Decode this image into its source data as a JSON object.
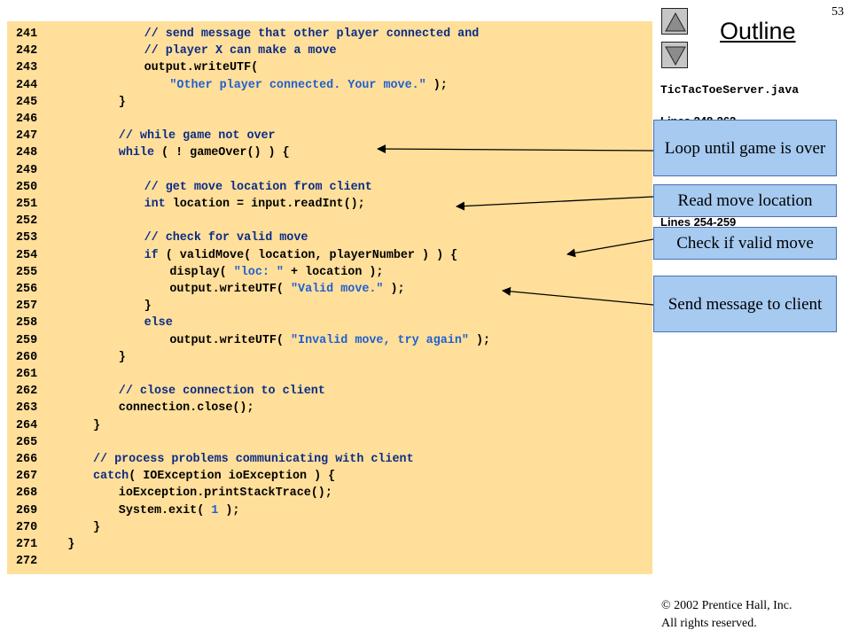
{
  "page_number": "53",
  "outline": {
    "title": "Outline",
    "file_name": "TicTacToeServer.java",
    "lines_ref_1": "Lines 248-262",
    "lines_ref_2": "Lines 254-259"
  },
  "callouts": [
    "Loop until game is over",
    "Read move location",
    "Check if valid move",
    "Send message to client"
  ],
  "copyright": {
    "line1": "© 2002 Prentice Hall, Inc.",
    "line2": "All rights reserved."
  },
  "code_lines": [
    {
      "num": "241",
      "indent": 6,
      "parts": [
        [
          "cm",
          "// send message that other player connected and"
        ]
      ]
    },
    {
      "num": "242",
      "indent": 6,
      "parts": [
        [
          "cm",
          "// player X can make a move"
        ]
      ]
    },
    {
      "num": "243",
      "indent": 6,
      "parts": [
        [
          "",
          "output.writeUTF("
        ]
      ]
    },
    {
      "num": "244",
      "indent": 7,
      "parts": [
        [
          "str",
          "\"Other player connected. Your move.\""
        ],
        [
          "",
          " );"
        ]
      ]
    },
    {
      "num": "245",
      "indent": 5,
      "parts": [
        [
          "",
          "}"
        ]
      ]
    },
    {
      "num": "246",
      "indent": 0,
      "parts": []
    },
    {
      "num": "247",
      "indent": 5,
      "parts": [
        [
          "cm",
          "// while game not over"
        ]
      ]
    },
    {
      "num": "248",
      "indent": 5,
      "parts": [
        [
          "kw",
          "while"
        ],
        [
          "",
          " ( ! gameOver() ) {"
        ]
      ]
    },
    {
      "num": "249",
      "indent": 0,
      "parts": []
    },
    {
      "num": "250",
      "indent": 6,
      "parts": [
        [
          "cm",
          "// get move location from client"
        ]
      ]
    },
    {
      "num": "251",
      "indent": 6,
      "parts": [
        [
          "kw",
          "int"
        ],
        [
          "",
          " location = input.readInt();"
        ]
      ]
    },
    {
      "num": "252",
      "indent": 0,
      "parts": []
    },
    {
      "num": "253",
      "indent": 6,
      "parts": [
        [
          "cm",
          "// check for valid move"
        ]
      ]
    },
    {
      "num": "254",
      "indent": 6,
      "parts": [
        [
          "kw",
          "if"
        ],
        [
          "",
          " ( validMove( location, playerNumber ) ) {"
        ]
      ]
    },
    {
      "num": "255",
      "indent": 7,
      "parts": [
        [
          "",
          "display( "
        ],
        [
          "str",
          "\"loc: \""
        ],
        [
          "",
          " + location );"
        ]
      ]
    },
    {
      "num": "256",
      "indent": 7,
      "parts": [
        [
          "",
          "output.writeUTF( "
        ],
        [
          "str",
          "\"Valid move.\""
        ],
        [
          "",
          " );"
        ]
      ]
    },
    {
      "num": "257",
      "indent": 6,
      "parts": [
        [
          "",
          "}"
        ]
      ]
    },
    {
      "num": "258",
      "indent": 6,
      "parts": [
        [
          "kw",
          "else"
        ]
      ]
    },
    {
      "num": "259",
      "indent": 7,
      "parts": [
        [
          "",
          "output.writeUTF( "
        ],
        [
          "str",
          "\"Invalid move, try again\""
        ],
        [
          "",
          " );"
        ]
      ]
    },
    {
      "num": "260",
      "indent": 5,
      "parts": [
        [
          "",
          "}"
        ]
      ]
    },
    {
      "num": "261",
      "indent": 0,
      "parts": []
    },
    {
      "num": "262",
      "indent": 5,
      "parts": [
        [
          "cm",
          "// close connection to client"
        ]
      ]
    },
    {
      "num": "263",
      "indent": 5,
      "parts": [
        [
          "",
          "connection.close();"
        ]
      ]
    },
    {
      "num": "264",
      "indent": 4,
      "parts": [
        [
          "",
          "}"
        ]
      ]
    },
    {
      "num": "265",
      "indent": 0,
      "parts": []
    },
    {
      "num": "266",
      "indent": 4,
      "parts": [
        [
          "cm",
          "// process problems communicating with client"
        ]
      ]
    },
    {
      "num": "267",
      "indent": 4,
      "parts": [
        [
          "kw",
          "catch"
        ],
        [
          "",
          "( IOException ioException ) {"
        ]
      ]
    },
    {
      "num": "268",
      "indent": 5,
      "parts": [
        [
          "",
          "ioException.printStackTrace();"
        ]
      ]
    },
    {
      "num": "269",
      "indent": 5,
      "parts": [
        [
          "",
          "System.exit( "
        ],
        [
          "num",
          "1"
        ],
        [
          "",
          " );"
        ]
      ]
    },
    {
      "num": "270",
      "indent": 4,
      "parts": [
        [
          "",
          "}"
        ]
      ]
    },
    {
      "num": "271",
      "indent": 3,
      "parts": [
        [
          "",
          "}"
        ]
      ]
    },
    {
      "num": "272",
      "indent": 0,
      "parts": []
    }
  ]
}
